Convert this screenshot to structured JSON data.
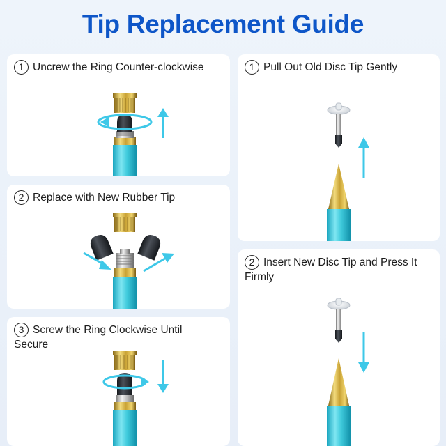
{
  "title": "Tip Replacement Guide",
  "steps": [
    {
      "number": "1",
      "text": "Uncrew the Ring Counter-clockwise"
    },
    {
      "number": "2",
      "text": "Replace with New Rubber Tip"
    },
    {
      "number": "3",
      "text": "Screw the Ring Clockwise Until Secure"
    },
    {
      "number": "1",
      "text": "Pull Out Old Disc Tip Gently"
    },
    {
      "number": "2",
      "text": "Insert New Disc Tip and Press It Firmly"
    }
  ],
  "colors": {
    "title": "#0e56c8",
    "arrow": "#3ec8e8",
    "pen_body": "#4fd2e2",
    "gold": "#d6b53e",
    "rubber_tip": "#2b2f36"
  }
}
